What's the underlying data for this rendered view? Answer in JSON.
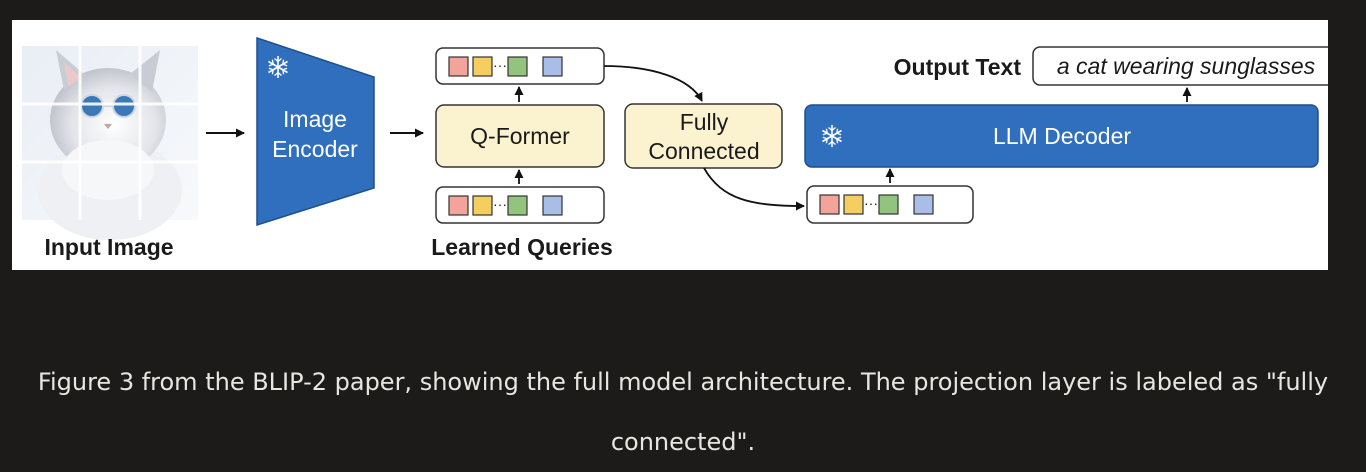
{
  "diagram": {
    "input_image_label": "Input Image",
    "image_encoder": [
      "Image",
      "Encoder"
    ],
    "qformer_label": "Q-Former",
    "learned_queries_label": "Learned Queries",
    "fully_connected": [
      "Fully",
      "Connected"
    ],
    "llm_decoder_label": "LLM Decoder",
    "output_text_label": "Output Text",
    "output_text_value": "a cat wearing sunglasses",
    "ellipsis": "···",
    "frozen_icon": "snowflake-icon",
    "token_colors": [
      "#f2a39a",
      "#f4cf5f",
      "#93c47d",
      "#a9bde6"
    ]
  },
  "colors": {
    "encoder_blue": "#2f6fbe",
    "qformer_fill": "#fbf3cf",
    "page_bg": "#1c1b1a",
    "caption_text": "#e8e6e1"
  },
  "caption": {
    "line1": "Figure 3 from the BLIP-2 paper, showing the full model architecture. The projection layer is labeled as \"fully",
    "line2": "connected\"."
  }
}
